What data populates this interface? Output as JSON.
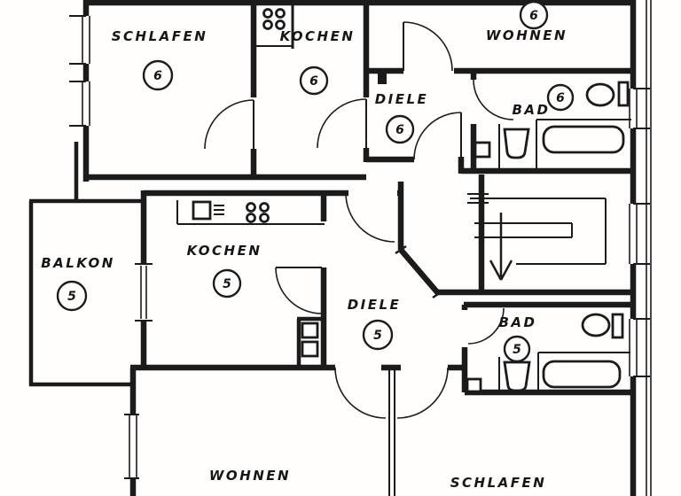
{
  "drawing": {
    "type": "floor-plan",
    "description": "Scanned black-and-white architectural floor plan of two apartments (units 5 and 6) with stairwell and balcony"
  },
  "colors": {
    "ink": "#1b1b1b",
    "paper": "#fffefd"
  },
  "rooms": [
    {
      "id": "schlafen-6",
      "label": "SCHLAFEN",
      "unit": "6"
    },
    {
      "id": "kochen-6",
      "label": "KOCHEN",
      "unit": "6"
    },
    {
      "id": "wohnen-6",
      "label": "WOHNEN",
      "unit": "6"
    },
    {
      "id": "diele-6",
      "label": "DIELE",
      "unit": "6"
    },
    {
      "id": "bad-6",
      "label": "BAD",
      "unit": "6"
    },
    {
      "id": "balkon-5",
      "label": "BALKON",
      "unit": "5"
    },
    {
      "id": "kochen-5",
      "label": "KOCHEN",
      "unit": "5"
    },
    {
      "id": "diele-5",
      "label": "DIELE",
      "unit": "5"
    },
    {
      "id": "bad-5",
      "label": "BAD",
      "unit": "5"
    },
    {
      "id": "wohnen-5",
      "label": "WOHNEN",
      "unit": ""
    },
    {
      "id": "schlafen-5",
      "label": "SCHLAFEN",
      "unit": ""
    }
  ],
  "icons": [
    "stove-icon",
    "sink-icon",
    "toilet-icon",
    "cistern-icon",
    "bathtub-icon",
    "washbasin-icon",
    "shaft-icon",
    "stairs-icon",
    "stair-direction-arrow-icon",
    "door-arc",
    "window"
  ]
}
